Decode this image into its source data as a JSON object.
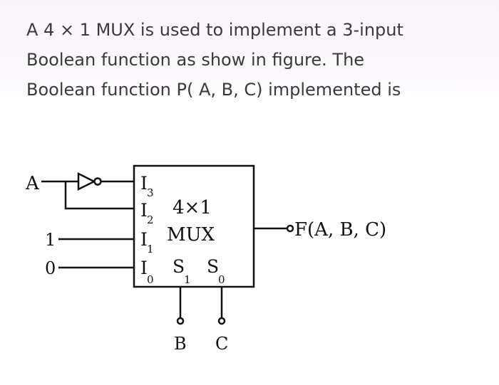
{
  "question": {
    "line1": "A 4 × 1 MUX is used to implement a 3-input",
    "line2": "Boolean function as show in figure. The",
    "line3": "Boolean function P( A, B, C) implemented is"
  },
  "diagram": {
    "input_a": "A",
    "const_1": "1",
    "const_0": "0",
    "mux_title_1": "4×1",
    "mux_title_2": "MUX",
    "pin_i3": "I",
    "pin_i3_sub": "3",
    "pin_i2": "I",
    "pin_i2_sub": "2",
    "pin_i1": "I",
    "pin_i1_sub": "1",
    "pin_i0": "I",
    "pin_i0_sub": "0",
    "sel_s1": "S",
    "sel_s1_sub": "1",
    "sel_s0": "S",
    "sel_s0_sub": "0",
    "output": "F(A, B, C)",
    "select_b": "B",
    "select_c": "C"
  }
}
